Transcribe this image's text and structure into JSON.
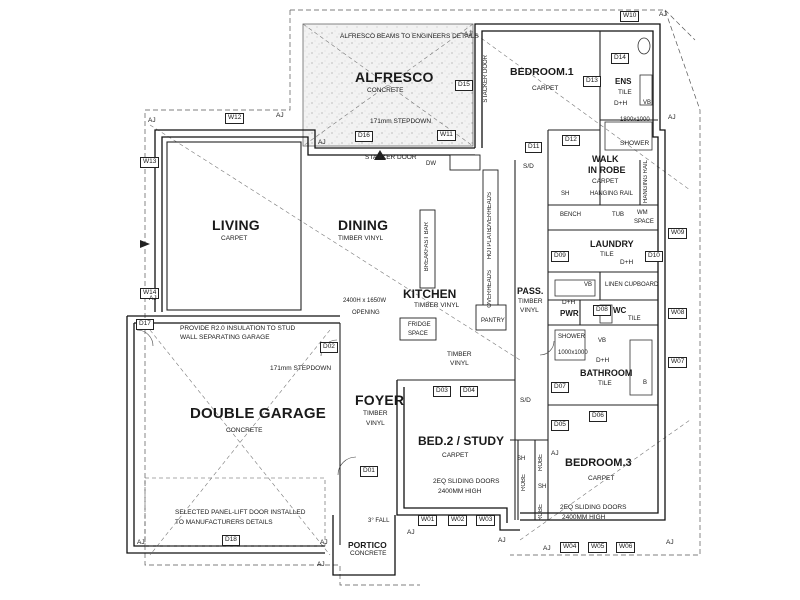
{
  "rooms": {
    "alfresco": {
      "name": "ALFRESCO",
      "sub": "CONCRETE",
      "beams": "ALFRESCO BEAMS TO ENGINEERS DETAILS",
      "stepdown": "171mm STEPDOWN"
    },
    "bedroom1": {
      "name": "BEDROOM.1",
      "sub": "CARPET"
    },
    "ens": {
      "name": "ENS",
      "sub": "TILE",
      "dh": "D+H",
      "vb": "VB",
      "shower": "SHOWER",
      "size": "1800x1000"
    },
    "walkinrobe": {
      "name1": "WALK",
      "name2": "IN ROBE",
      "sub": "CARPET",
      "rail": "HANGING RAIL",
      "sh": "SH"
    },
    "living": {
      "name": "LIVING",
      "sub": "CARPET"
    },
    "dining": {
      "name": "DINING",
      "sub": "TIMBER VINYL"
    },
    "kitchen": {
      "name": "KITCHEN",
      "sub": "TIMBER VINYL",
      "bar": "BREAKFAST BAR",
      "hotplate": "HOTPLATE",
      "overhead1": "OVERHEADS",
      "overhead2": "OVERHEADS",
      "pantry": "PANTRY",
      "fridge1": "FRIDGE",
      "fridge2": "SPACE",
      "dw": "DW",
      "opening1": "2400H x 1650W",
      "opening2": "OPENING",
      "stacker": "STACKER DOOR",
      "stacker_v": "STACKER DOOR"
    },
    "laundry": {
      "name": "LAUNDRY",
      "sub": "TILE",
      "dh": "D+H",
      "bench": "BENCH",
      "tub": "TUB",
      "wm1": "WM",
      "wm2": "SPACE"
    },
    "linen": {
      "name": "LINEN CUPBOARD"
    },
    "pass": {
      "name": "PASS.",
      "sub1": "TIMBER",
      "sub2": "VINYL",
      "sd": "S/D"
    },
    "pwr": {
      "name": "PWR",
      "dh": "D+H",
      "vb": "VB"
    },
    "wc": {
      "name": "WC",
      "sub": "TILE"
    },
    "bathroom": {
      "name": "BATHROOM",
      "sub": "TILE",
      "dh": "D+H",
      "vb": "VB",
      "shower": "SHOWER",
      "size": "1000x1000",
      "b": "B"
    },
    "garage": {
      "name": "DOUBLE GARAGE",
      "sub": "CONCRETE",
      "insul1": "PROVIDE R2.0  INSULATION TO STUD",
      "insul2": "WALL SEPARATING GARAGE",
      "stepdown": "171mm STEPDOWN",
      "door1": "SELECTED PANEL-LIFT DOOR INSTALLED",
      "door2": "TO MANUFACTURERS DETAILS"
    },
    "foyer": {
      "name": "FOYER",
      "sub1": "TIMBER",
      "sub2": "VINYL"
    },
    "hall": {
      "sub1": "TIMBER",
      "sub2": "VINYL"
    },
    "bed2": {
      "name": "BED.2 / STUDY",
      "sub": "CARPET",
      "doors1": "2EQ SLIDING DOORS",
      "doors2": "2400MM HIGH",
      "sh": "SH",
      "robe": "ROBE"
    },
    "bedroom3": {
      "name": "BEDROOM.3",
      "sub": "CARPET",
      "doors1": "2EQ SLIDING DOORS",
      "doors2": "2400MM HIGH",
      "robe1": "ROBE",
      "robe2": "ROBE",
      "sh": "SH",
      "sd": "S/D"
    },
    "portico": {
      "name": "PORTICO",
      "sub": "CONCRETE",
      "fall": "3° FALL"
    }
  },
  "tags": {
    "W10": "W10",
    "W11": "W11",
    "W12": "W12",
    "W13": "W13",
    "W14": "W14",
    "W01": "W01",
    "W02": "W02",
    "W03": "W03",
    "W04": "W04",
    "W05": "W05",
    "W06": "W06",
    "W07": "W07",
    "W08": "W08",
    "W09": "W09",
    "D01": "D01",
    "D02": "D02",
    "D03": "D03",
    "D04": "D04",
    "D05": "D05",
    "D06": "D06",
    "D07": "D07",
    "D08": "D08",
    "D09": "D09",
    "D10": "D10",
    "D11": "D11",
    "D12": "D12",
    "D13": "D13",
    "D14": "D14",
    "D15": "D15",
    "D16": "D16",
    "D17": "D17",
    "D18": "D18"
  },
  "aj": "AJ"
}
